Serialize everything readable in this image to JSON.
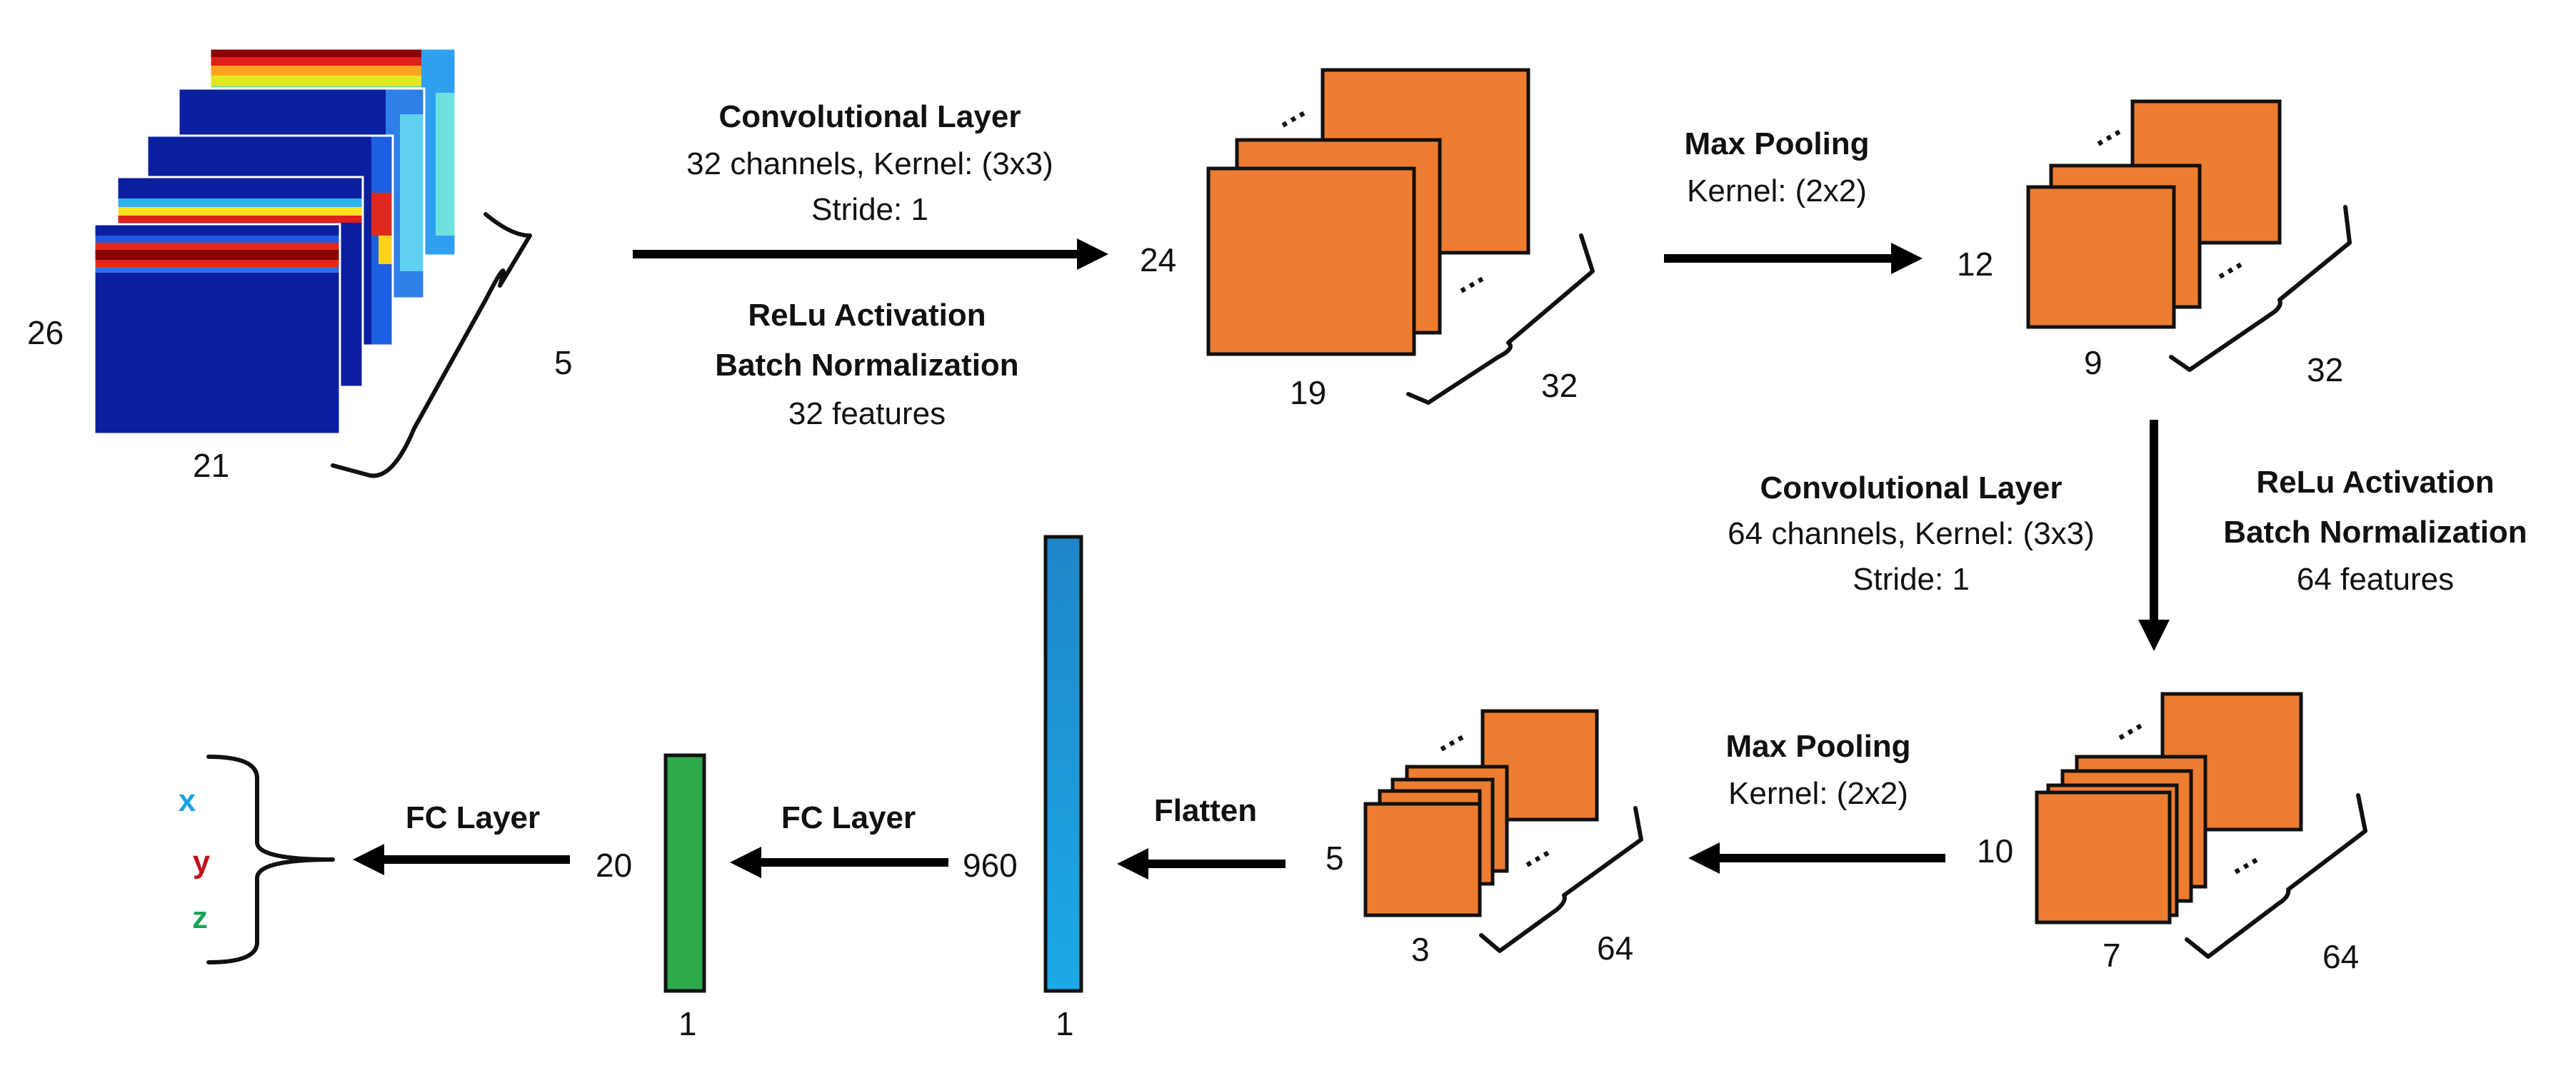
{
  "input": {
    "height": "26",
    "width": "21",
    "depth": "5"
  },
  "conv1": {
    "title": "Convolutional Layer",
    "line1": "32 channels, Kernel: (3x3)",
    "line2": "Stride: 1",
    "act1": "ReLu Activation",
    "act2": "Batch Normalization",
    "act3": "32 features"
  },
  "fmap1": {
    "height": "24",
    "width": "19",
    "depth": "32"
  },
  "pool1": {
    "title": "Max Pooling",
    "kernel": "Kernel: (2x2)"
  },
  "fmap2": {
    "height": "12",
    "width": "9",
    "depth": "32"
  },
  "conv2": {
    "title": "Convolutional Layer",
    "line1": "64 channels, Kernel: (3x3)",
    "line2": "Stride: 1",
    "act1": "ReLu Activation",
    "act2": "Batch Normalization",
    "act3": "64 features"
  },
  "fmap3": {
    "height": "10",
    "width": "7",
    "depth": "64"
  },
  "pool2": {
    "title": "Max Pooling",
    "kernel": "Kernel: (2x2)"
  },
  "fmap4": {
    "height": "5",
    "width": "3",
    "depth": "64"
  },
  "flatten": {
    "title": "Flatten",
    "size": "960",
    "width": "1"
  },
  "fc1": {
    "title": "FC Layer",
    "size": "20",
    "width": "1"
  },
  "fc2": {
    "title": "FC Layer"
  },
  "outputs": [
    {
      "label": "x",
      "color": "#1CA3E0"
    },
    {
      "label": "y",
      "color": "#C0121A"
    },
    {
      "label": "z",
      "color": "#1AA35A"
    }
  ],
  "ellipsis": "…",
  "colors": {
    "feature_map": "#ED7D31",
    "flatten_bar": "#1E8FD0",
    "fc_bar": "#2EA84A"
  }
}
